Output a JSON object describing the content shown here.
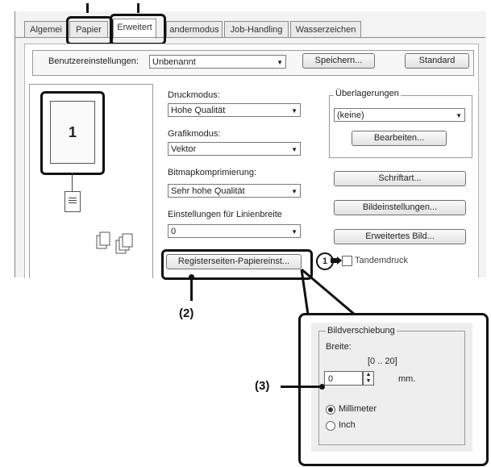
{
  "tabs": [
    {
      "label": "Algemei"
    },
    {
      "label": "Papier"
    },
    {
      "label": "Erweitert"
    },
    {
      "label": "andermodus"
    },
    {
      "label": "Job-Handling"
    },
    {
      "label": "Wasserzeichen"
    }
  ],
  "user_settings": {
    "label": "Benutzereinstellungen:",
    "value": "Unbenannt",
    "save_button": "Speichern...",
    "standard_button": "Standard"
  },
  "preview": {
    "page_number": "1"
  },
  "print_mode": {
    "label": "Druckmodus:",
    "value": "Hohe Qualität"
  },
  "graphic_mode": {
    "label": "Grafikmodus:",
    "value": "Vektor"
  },
  "bitmap": {
    "label": "Bitmapkomprimierung:",
    "value": "Sehr hohe Qualität"
  },
  "line_width": {
    "label": "Einstellungen für Linienbreite",
    "value": "0"
  },
  "overlay": {
    "label": "Überlagerungen",
    "value": "(keine)",
    "edit_button": "Bearbeiten..."
  },
  "font_button": "Schriftart...",
  "image_settings_button": "Bildeinstellungen...",
  "extended_image_button": "Erweitertes Bild...",
  "tandem": {
    "label": "Tandemdruck"
  },
  "tab_paper_button": "Registerseiten-Papiereinst...",
  "callout": {
    "group_title": "Bildverschiebung",
    "width_label": "Breite:",
    "range": "[0 .. 20]",
    "width_value": "0",
    "unit": "mm.",
    "radio_mm": "Millimeter",
    "radio_inch": "Inch"
  },
  "annotations": {
    "step2": "(2)",
    "step3": "(3)",
    "badge1": "1"
  },
  "colors": {
    "annotation": "#111111",
    "dialog_bg": "#f3f3f3"
  }
}
